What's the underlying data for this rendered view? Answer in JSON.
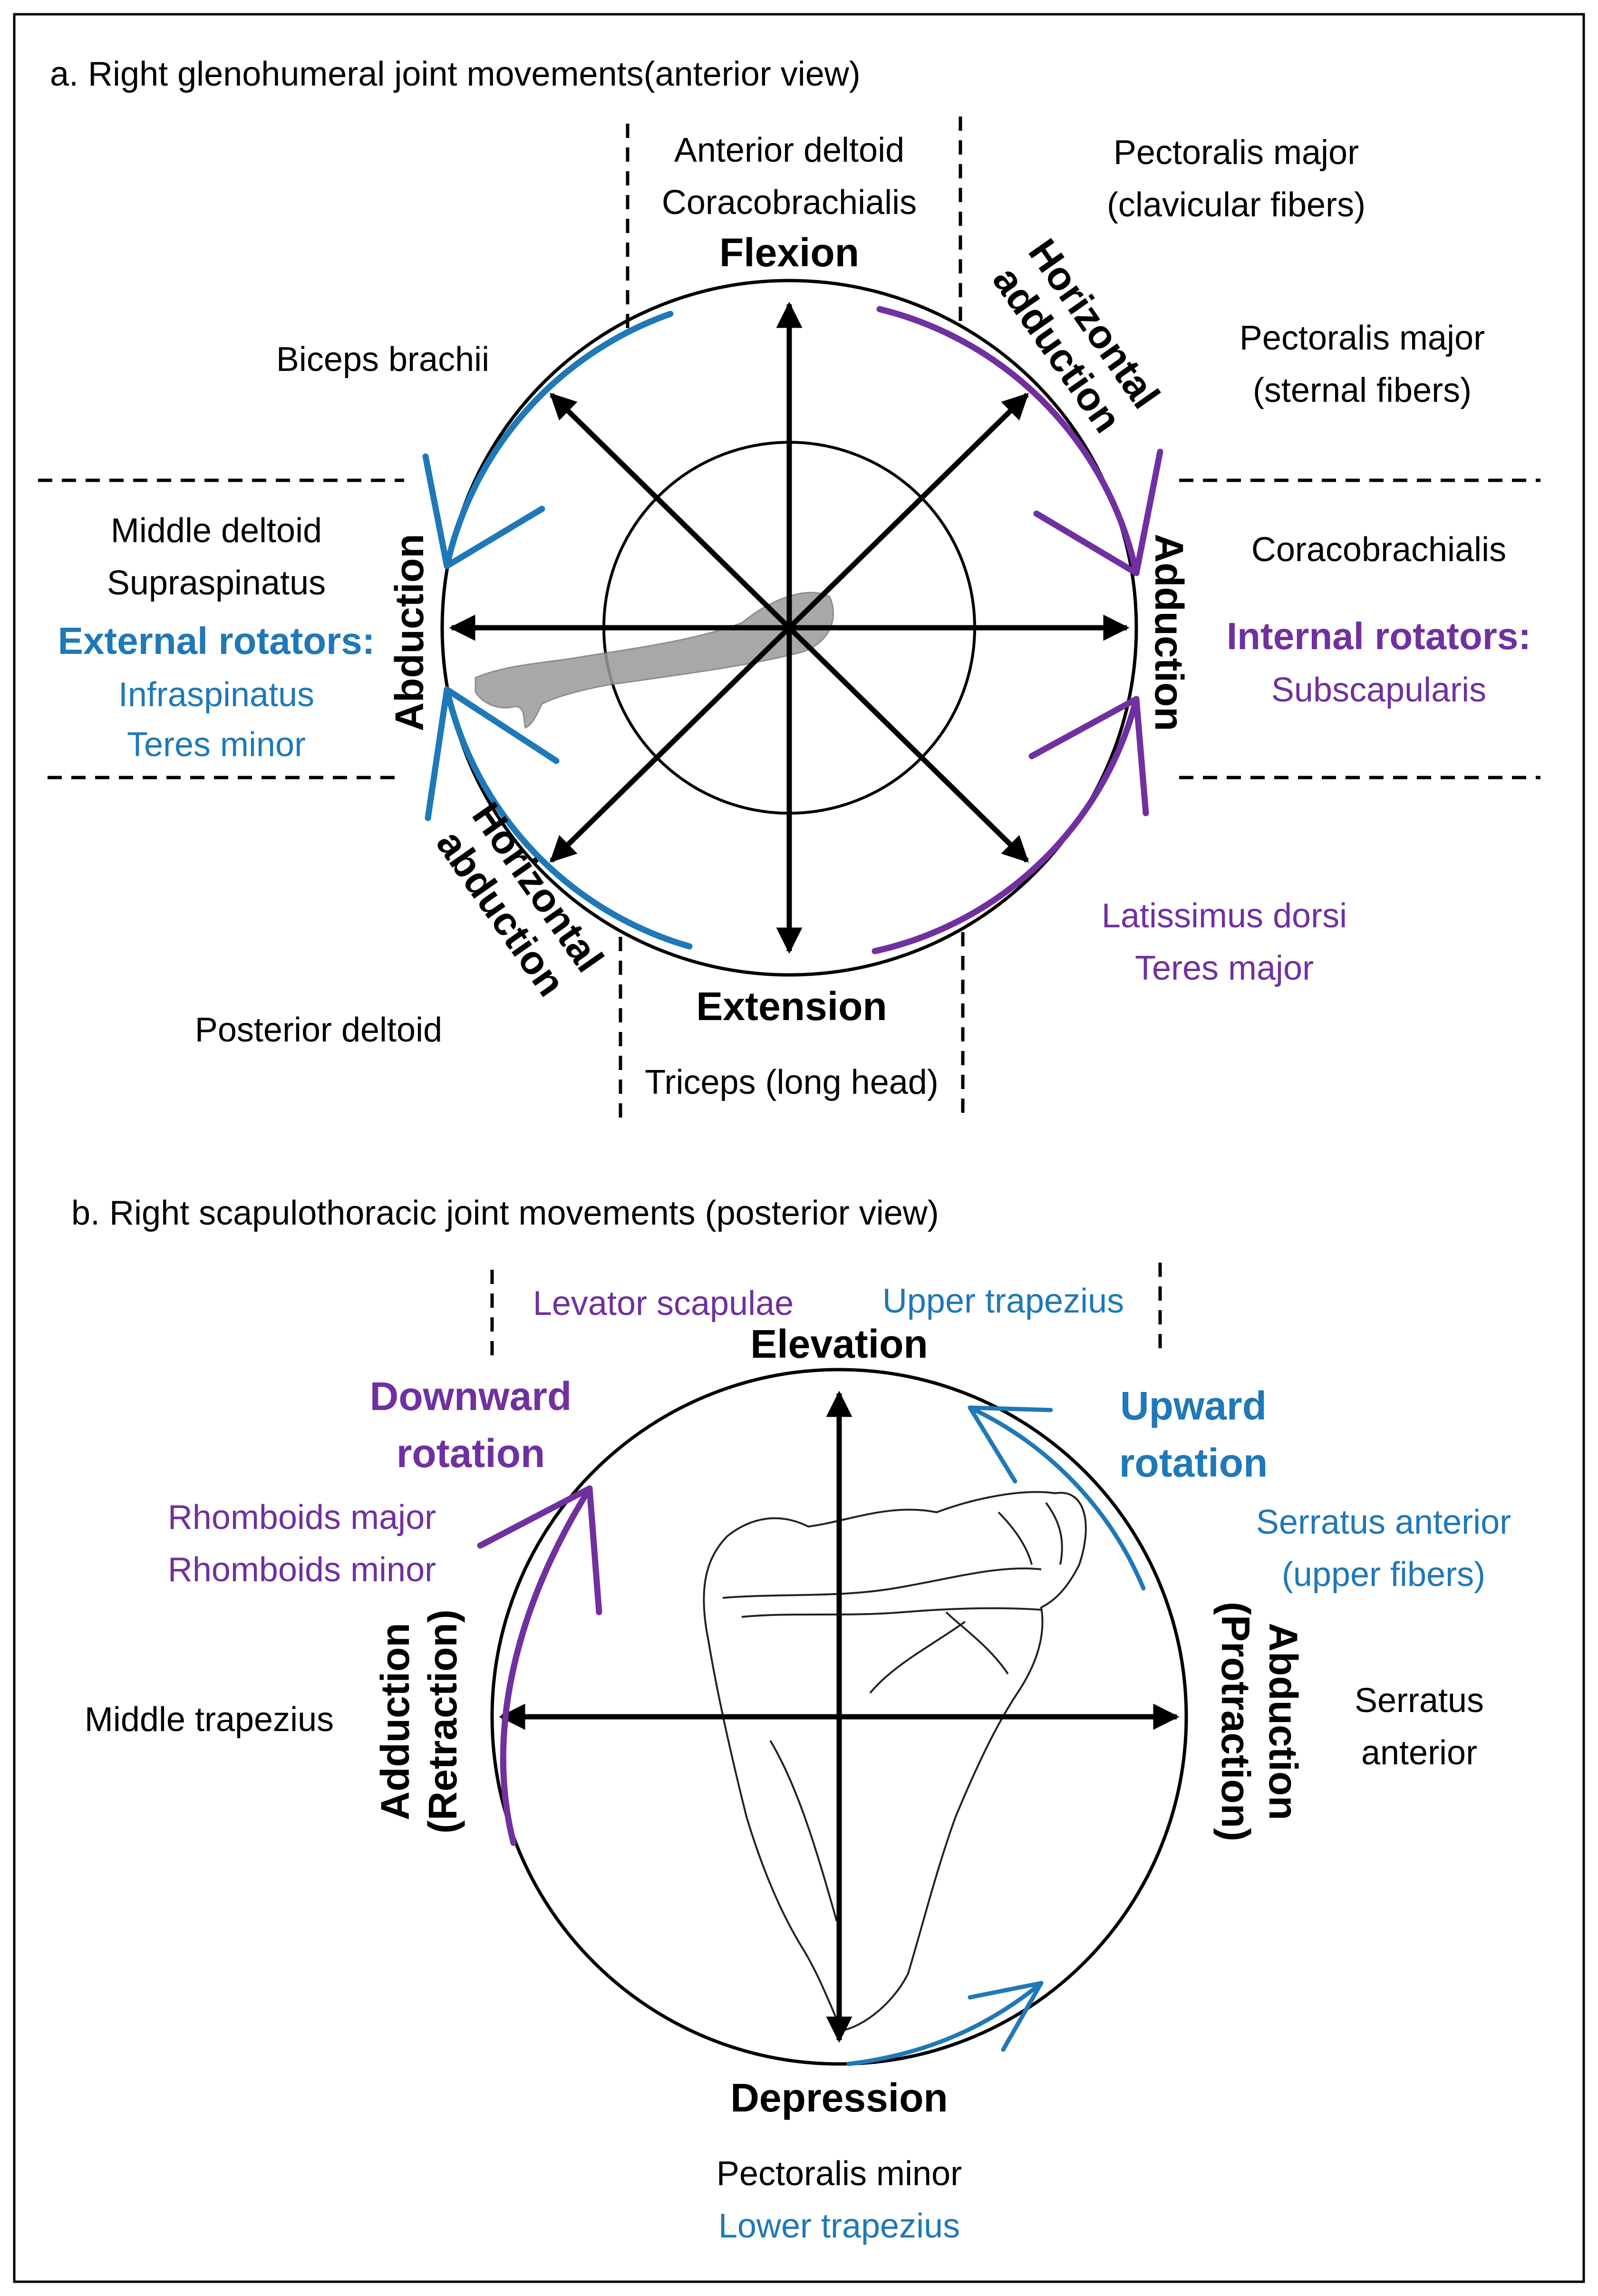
{
  "colors": {
    "black": "#000000",
    "blue": "#1f78b8",
    "purple": "#7030a0"
  },
  "panel_a": {
    "title": "a. Right glenohumeral joint movements(anterior view)",
    "movements": {
      "flexion": "Flexion",
      "extension": "Extension",
      "abduction": "Abduction",
      "adduction": "Adduction",
      "horizontal_adduction_1": "Horizontal",
      "horizontal_adduction_2": "adduction",
      "horizontal_abduction_1": "Horizontal",
      "horizontal_abduction_2": "abduction"
    },
    "muscles": {
      "anterior_deltoid": "Anterior deltoid",
      "coracobrachialis_top": "Coracobrachialis",
      "pec_major_clav_1": "Pectoralis major",
      "pec_major_clav_2": "(clavicular fibers)",
      "pec_major_stern_1": "Pectoralis major",
      "pec_major_stern_2": "(sternal fibers)",
      "biceps": "Biceps brachii",
      "middle_deltoid": "Middle deltoid",
      "supraspinatus": "Supraspinatus",
      "external_rotators": "External rotators:",
      "infraspinatus": "Infraspinatus",
      "teres_minor": "Teres minor",
      "coracobrachialis_right": "Coracobrachialis",
      "internal_rotators": "Internal rotators:",
      "subscapularis": "Subscapularis",
      "latissimus": "Latissimus dorsi",
      "teres_major": "Teres major",
      "posterior_deltoid": "Posterior deltoid",
      "triceps": "Triceps (long head)"
    },
    "illustration_icon": "arm-icon"
  },
  "panel_b": {
    "title": "b. Right scapulothoracic joint movements (posterior view)",
    "movements": {
      "elevation": "Elevation",
      "depression": "Depression",
      "downward_1": "Downward",
      "downward_2": "rotation",
      "upward_1": "Upward",
      "upward_2": "rotation",
      "adduction_1": "Adduction",
      "adduction_2": "(Retraction)",
      "abduction_1": "Abduction",
      "abduction_2": "(Protraction)"
    },
    "muscles": {
      "levator": "Levator scapulae",
      "upper_trapezius": "Upper trapezius",
      "rhomboids_major": "Rhomboids major",
      "rhomboids_minor": "Rhomboids minor",
      "serratus_upper_1": "Serratus anterior",
      "serratus_upper_2": "(upper fibers)",
      "middle_trapezius": "Middle trapezius",
      "serratus_1": "Serratus",
      "serratus_2": "anterior",
      "pec_minor": "Pectoralis minor",
      "lower_trapezius": "Lower trapezius"
    },
    "illustration_icon": "scapula-icon"
  }
}
